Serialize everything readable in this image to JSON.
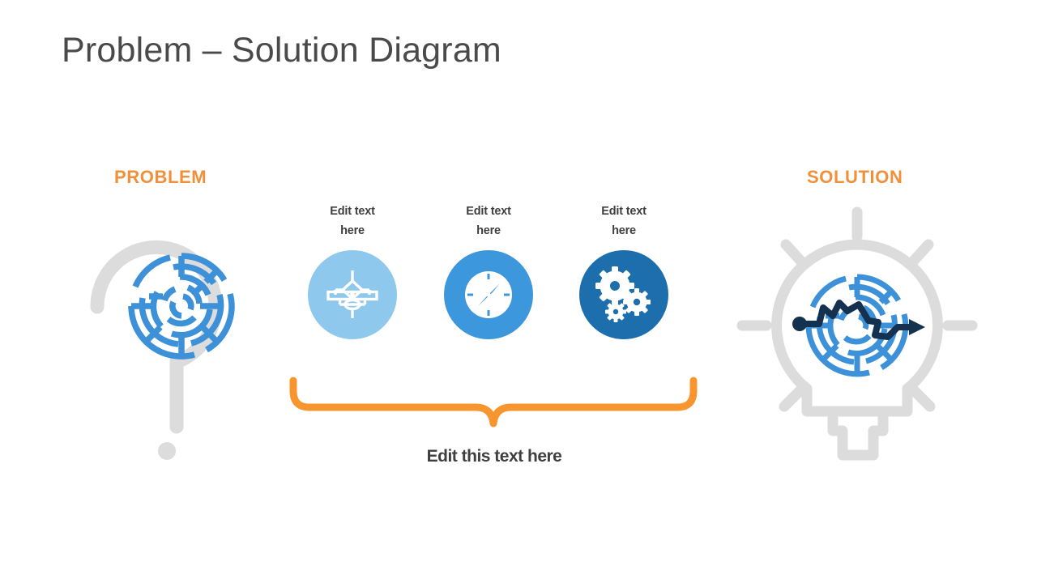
{
  "slide": {
    "title": "Problem – Solution Diagram",
    "background_color": "#ffffff"
  },
  "colors": {
    "accent_orange": "#f0903a",
    "brace_orange": "#f7962f",
    "title_gray": "#4a4a4a",
    "icon_gray": "#dcdcdc",
    "maze_blue": "#3d91d8",
    "light_blue": "#8ec8ed",
    "medium_blue": "#3d97dd",
    "dark_blue": "#1c6fac",
    "path_navy": "#14314f",
    "text_dark": "#3f3f3f"
  },
  "problem": {
    "label": "PROBLEM",
    "icon_name": "question-mark-maze-icon"
  },
  "solution": {
    "label": "SOLUTION",
    "icon_name": "lightbulb-maze-solved-icon"
  },
  "steps": [
    {
      "label": "Edit text\nhere",
      "icon_name": "flowchart-icon",
      "circle_color": "#8ec8ed"
    },
    {
      "label": "Edit text\nhere",
      "icon_name": "compass-icon",
      "circle_color": "#3d97dd"
    },
    {
      "label": "Edit text\nhere",
      "icon_name": "gears-icon",
      "circle_color": "#1c6fac"
    }
  ],
  "bottom": {
    "caption": "Edit this text here",
    "brace_icon_name": "curly-brace-down-icon"
  }
}
